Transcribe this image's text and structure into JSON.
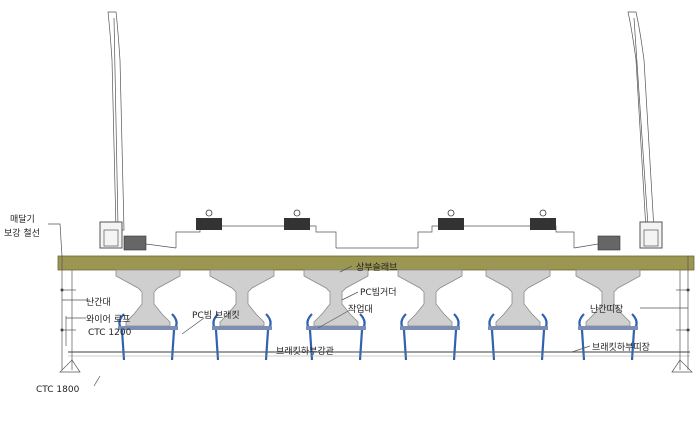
{
  "labels": {
    "hanging_wire": "매달기",
    "hanging_wire_2": "보강 철선",
    "upper_slab": "상부슬래브",
    "pc_girder": "PC빔거더",
    "railing": "난간대",
    "wire_rope": "와이어 로프",
    "ctc_1200": "CTC 1200",
    "pc_bracket": "PC빔 브래킷",
    "work_platform": "작업대",
    "bracket_pipe": "브래킷하부강관",
    "railing_post": "난간띠장",
    "bracket_bottom_wale": "브래킷하부띠장",
    "ctc_1800": "CTC 1800"
  },
  "colors": {
    "slab": "#9b9652",
    "girder": "#cfcfcf",
    "bracket": "#2e62b3"
  }
}
